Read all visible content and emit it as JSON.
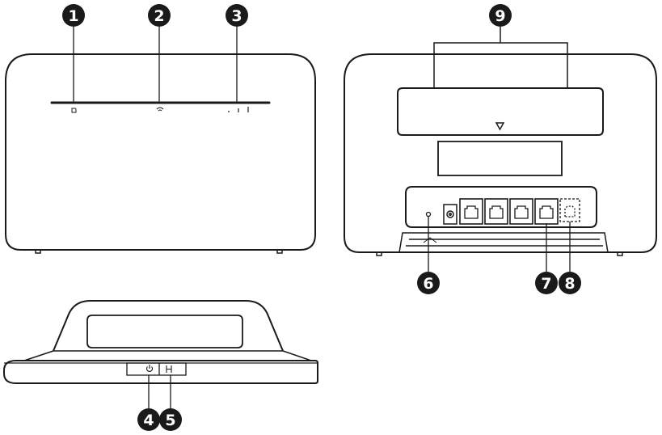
{
  "callouts": {
    "c1": "1",
    "c2": "2",
    "c3": "3",
    "c4": "4",
    "c5": "5",
    "c6": "6",
    "c7": "7",
    "c8": "8",
    "c9": "9"
  },
  "colors": {
    "outline": "#1a1a1a",
    "badge_fill": "#1a1a1a",
    "badge_text": "#ffffff",
    "background": "#ffffff"
  },
  "icons": {
    "sim_indicator": "sim-icon",
    "wifi_indicator": "wifi-icon",
    "signal_indicator": "signal-bars-icon",
    "power_button": "power-icon",
    "wps_button": "wps-icon",
    "antenna_cover_arrow": "triangle-down-icon",
    "reset_hole": "reset-icon",
    "power_jack": "dc-power-icon"
  }
}
